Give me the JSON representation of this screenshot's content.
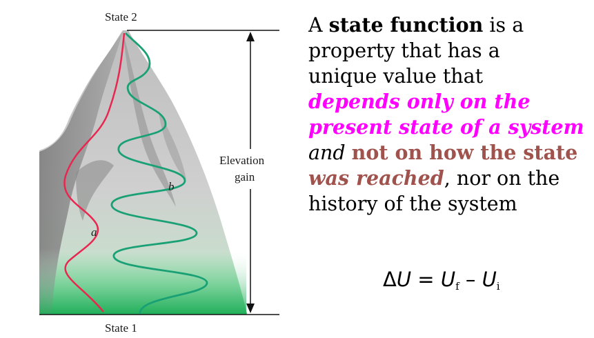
{
  "figure": {
    "state2_label": "State 2",
    "state1_label": "State 1",
    "elevation_label_line1": "Elevation",
    "elevation_label_line2": "gain",
    "path_a_label": "a",
    "path_b_label": "b",
    "colors": {
      "path_a": "#e8264f",
      "path_b": "#19a075",
      "base_green": "#2fbf6a",
      "rock_dark": "#8a8a8a",
      "rock_light": "#d8d8d8"
    }
  },
  "text": {
    "w1": "A ",
    "w2": "state function",
    "w3": " is a",
    "line2": "property that has a",
    "line3": "unique value that",
    "line4": "depends only on the",
    "line5": "present state of a system",
    "l6a": "and",
    "l6b": " ",
    "l6c": "not on how the state",
    "l7a": "was reached",
    "l7b": ", nor on the",
    "line8": "history of the system"
  },
  "formula": {
    "delta": "Δ",
    "var": "U",
    "eq": " = ",
    "f_sub": "f",
    "minus": " – ",
    "i_sub": "i"
  }
}
